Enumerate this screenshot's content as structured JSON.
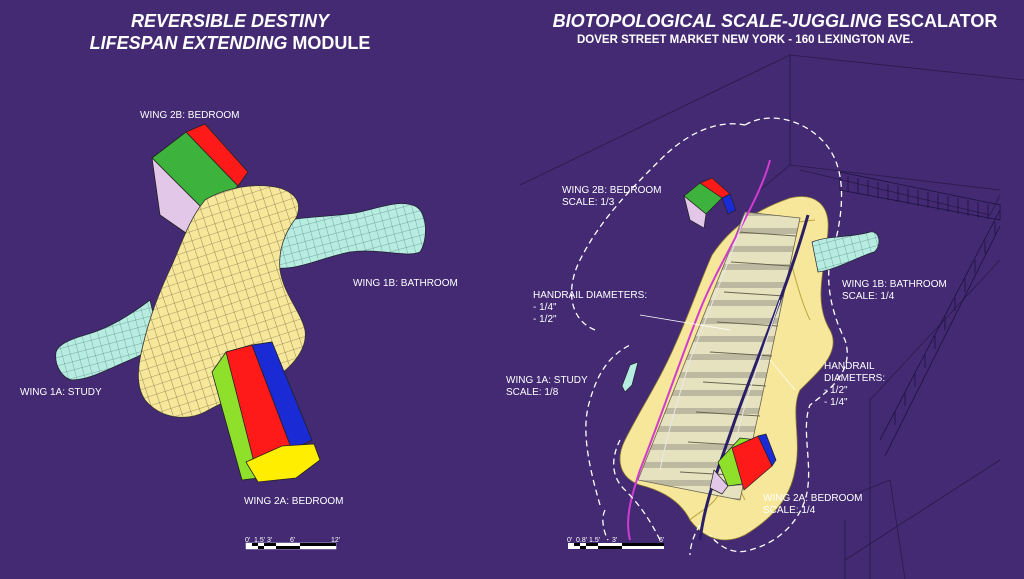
{
  "left": {
    "title_line1": "REVERSIBLE DESTINY",
    "title_line2_italic": "LIFESPAN EXTENDING",
    "title_line2_rest": " MODULE",
    "labels": {
      "wing2b": "WING 2B: BEDROOM",
      "wing1b": "WING 1B: BATHROOM",
      "wing1a": "WING 1A: STUDY",
      "wing2a": "WING 2A: BEDROOM"
    },
    "scale_ticks": [
      "0'",
      "1.5'",
      "3'",
      "6'",
      "12'"
    ]
  },
  "right": {
    "title_italic": "BIOTOPOLOGICAL SCALE-JUGGLING",
    "title_rest": " ESCALATOR",
    "subtitle": "DOVER STREET MARKET NEW YORK - 160 LEXINGTON AVE.",
    "labels": {
      "wing2b_name": "WING 2B: BEDROOM",
      "wing2b_scale": "SCALE: 1/3",
      "handrail_left_title": "HANDRAIL DIAMETERS:",
      "handrail_left_1": "- 1/4\"",
      "handrail_left_2": "- 1/2\"",
      "wing1a_name": "WING 1A: STUDY",
      "wing1a_scale": "SCALE: 1/8",
      "wing1b_name": "WING 1B: BATHROOM",
      "wing1b_scale": "SCALE: 1/4",
      "handrail_right_title1": "HANDRAIL",
      "handrail_right_title2": "DIAMETERS:",
      "handrail_right_1": "- 1/2\"",
      "handrail_right_2": "- 1/4\"",
      "wing2a_name": "WING 2A: BEDROOM",
      "wing2a_scale": "SCALE: 1/4"
    },
    "scale_ticks": [
      "0'",
      "0.8'",
      "1.5'",
      "3'",
      "6'"
    ]
  },
  "colors": {
    "background": "#432a73",
    "body_yellow": "#f6e79a",
    "wing_cyan": "#b7ece0",
    "face_red": "#ff1a1a",
    "face_blue": "#1a2bd6",
    "face_green": "#3db33d",
    "face_lime": "#8fe02a",
    "face_pink": "#e2c7e8",
    "face_yellow": "#ffee00",
    "handrail_magenta": "#d23bd0",
    "handrail_navy": "#2a1f66"
  }
}
